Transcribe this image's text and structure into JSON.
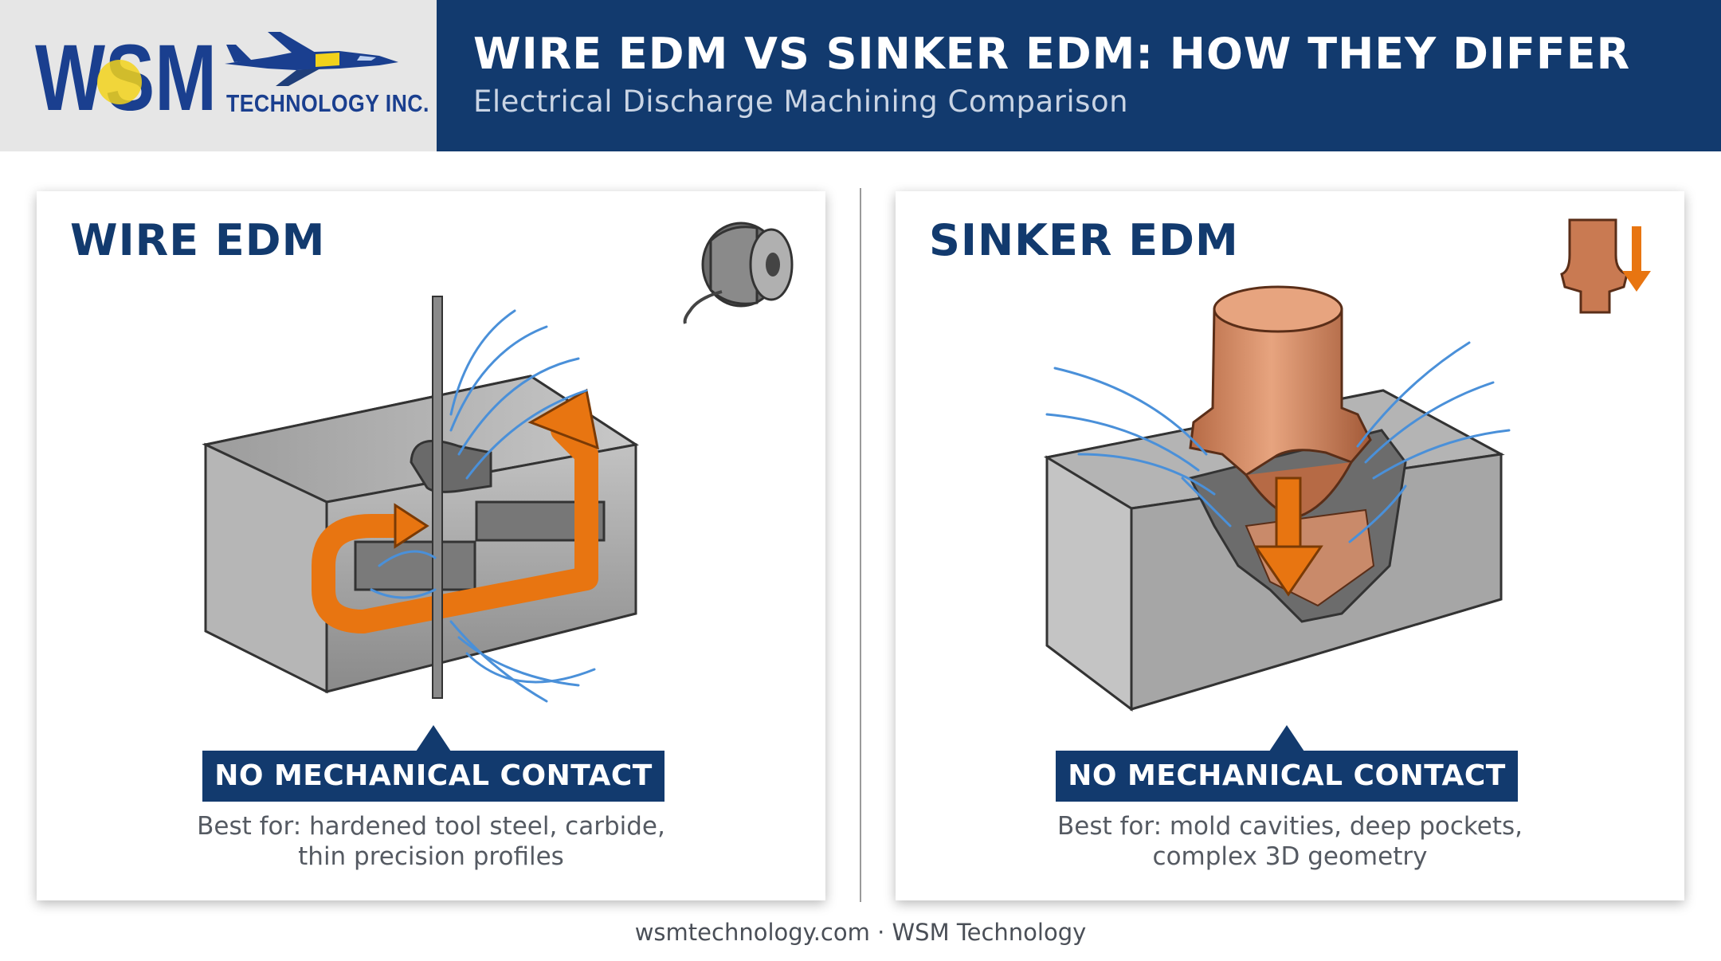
{
  "header": {
    "logo_text": "WSM",
    "logo_sub": "TECHNOLOGY INC.",
    "title": "WIRE EDM VS SINKER EDM: HOW THEY DIFFER",
    "subtitle": "Electrical Discharge Machining Comparison"
  },
  "panels": [
    {
      "title": "WIRE EDM",
      "icon": "wire-spool-icon",
      "badge": "NO MECHANICAL CONTACT",
      "best_for_line1": "Best for: hardened tool steel, carbide,",
      "best_for_line2": "thin precision profiles"
    },
    {
      "title": "SINKER EDM",
      "icon": "electrode-down-arrow-icon",
      "badge": "NO MECHANICAL CONTACT",
      "best_for_line1": "Best for: mold cavities, deep pockets,",
      "best_for_line2": "complex 3D geometry"
    }
  ],
  "footer": "wsmtechnology.com · WSM Technology",
  "colors": {
    "navy": "#123a6e",
    "logo_blue": "#1a3f8f",
    "logo_yellow": "#f2d21b",
    "orange": "#e87511",
    "copper": "#c97a52",
    "steel": "#a9a9a9",
    "water": "#4a90d9"
  }
}
